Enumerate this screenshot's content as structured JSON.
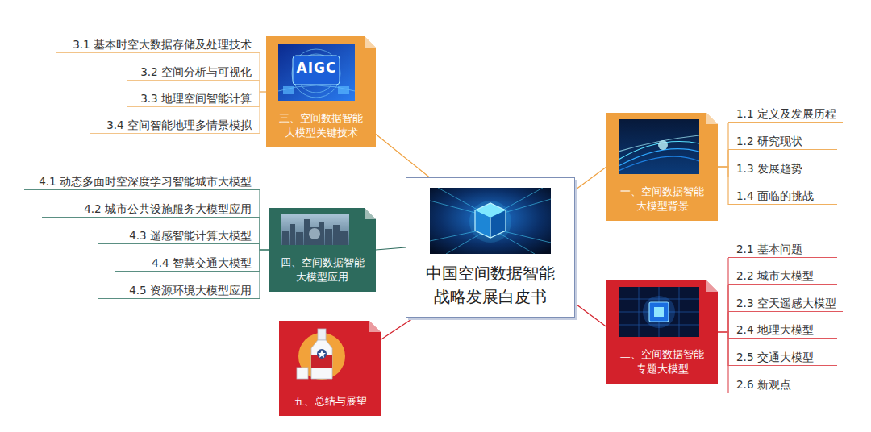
{
  "diagram": {
    "nodes": [
      {
        "text": [
          "中国空间数据智能 战略发展白皮书"
        ]
      },
      {
        "text": [
          "一、空间数据智能 大模型背景"
        ]
      },
      {
        "text": [
          "1.1 定义及发展历程"
        ]
      },
      {
        "text": [
          "1.2 研究现状"
        ]
      },
      {
        "text": [
          "1.3 发展趋势"
        ]
      },
      {
        "text": [
          "1.4 面临的挑战"
        ]
      },
      {
        "text": [
          "二、空间数据智能 专题大模型"
        ]
      },
      {
        "text": [
          "2.1 基本问题"
        ]
      },
      {
        "text": [
          "2.2 城市大模型"
        ]
      },
      {
        "text": [
          "2.3 空天遥感大模型"
        ]
      },
      {
        "text": [
          "2.4 地理大模型"
        ]
      },
      {
        "text": [
          "2.5 交通大模型"
        ]
      },
      {
        "text": [
          "2.6 新观点"
        ]
      },
      {
        "text": [
          "三、空间数据智能 大模型关键技术"
        ]
      },
      {
        "text": [
          "3.1 基本时空大数据存储及处理技术"
        ]
      },
      {
        "text": [
          "3.2 空间分析与可视化"
        ]
      },
      {
        "text": [
          "3.3 地理空间智能计算"
        ]
      },
      {
        "text": [
          "3.4 空间智能地理多情景模拟"
        ]
      },
      {
        "text": [
          "四、空间数据智能 大模型应用"
        ]
      },
      {
        "text": [
          "4.1 动态多面时空深度学习智能城市大模型"
        ]
      },
      {
        "text": [
          "4.2 城市公共设施服务大模型应用"
        ]
      },
      {
        "text": [
          "4.3 遥感智能计算大模型"
        ]
      },
      {
        "text": [
          "4.4 智慧交通大模型"
        ]
      },
      {
        "text": [
          "4.5 资源环境大模型应用"
        ]
      },
      {
        "text": [
          "五、总结与展望"
        ]
      }
    ],
    "edges": [
      {
        "from": 0,
        "to": 1,
        "arrow": "none"
      },
      {
        "from": 1,
        "to": 2,
        "arrow": "none"
      },
      {
        "from": 1,
        "to": 3,
        "arrow": "none"
      },
      {
        "from": 1,
        "to": 4,
        "arrow": "none"
      },
      {
        "from": 1,
        "to": 5,
        "arrow": "none"
      },
      {
        "from": 0,
        "to": 6,
        "arrow": "none"
      },
      {
        "from": 6,
        "to": 7,
        "arrow": "none"
      },
      {
        "from": 6,
        "to": 8,
        "arrow": "none"
      },
      {
        "from": 6,
        "to": 9,
        "arrow": "none"
      },
      {
        "from": 6,
        "to": 10,
        "arrow": "none"
      },
      {
        "from": 6,
        "to": 11,
        "arrow": "none"
      },
      {
        "from": 6,
        "to": 12,
        "arrow": "none"
      },
      {
        "from": 0,
        "to": 13,
        "arrow": "none"
      },
      {
        "from": 13,
        "to": 14,
        "arrow": "none"
      },
      {
        "from": 13,
        "to": 15,
        "arrow": "none"
      },
      {
        "from": 13,
        "to": 16,
        "arrow": "none"
      },
      {
        "from": 13,
        "to": 17,
        "arrow": "none"
      },
      {
        "from": 0,
        "to": 18,
        "arrow": "none"
      },
      {
        "from": 18,
        "to": 19,
        "arrow": "none"
      },
      {
        "from": 18,
        "to": 20,
        "arrow": "none"
      },
      {
        "from": 18,
        "to": 21,
        "arrow": "none"
      },
      {
        "from": 18,
        "to": 22,
        "arrow": "none"
      },
      {
        "from": 18,
        "to": 23,
        "arrow": "none"
      },
      {
        "from": 0,
        "to": 24,
        "arrow": "none"
      }
    ],
    "labels": [
      "AIGC"
    ]
  }
}
